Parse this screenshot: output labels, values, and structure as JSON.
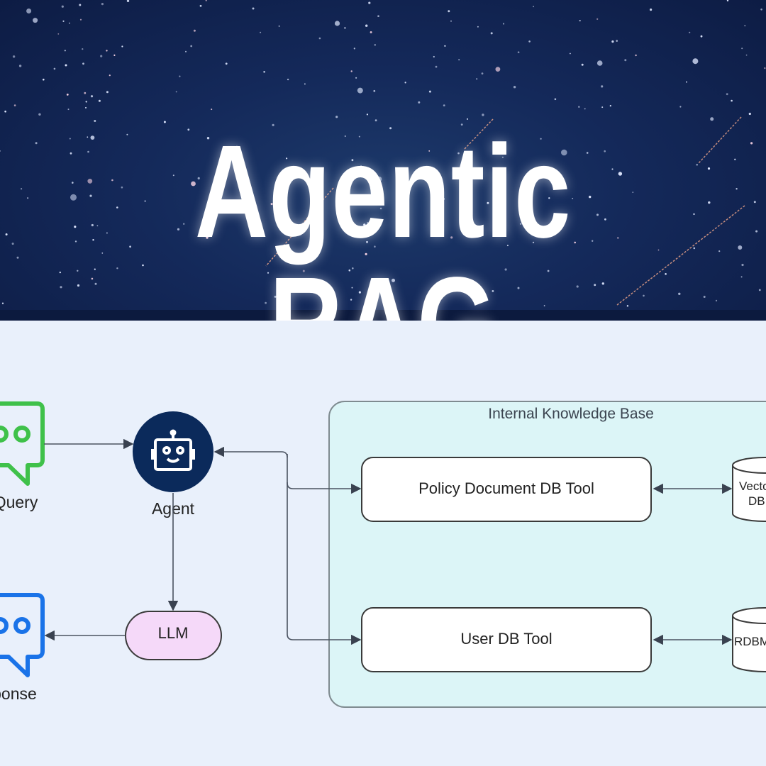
{
  "banner": {
    "title": "Agentic RAG"
  },
  "diagram": {
    "nodes": {
      "query": {
        "label": "Query",
        "color": "#3fc14a"
      },
      "agent": {
        "label": "Agent",
        "color": "#0b2a5b"
      },
      "llm": {
        "label": "LLM",
        "color": "#f5d9f9"
      },
      "response": {
        "label": "Response",
        "color": "#1a73e8"
      },
      "knowledge_base": {
        "label": "Internal Knowledge Base",
        "color": "#dcf5f7"
      },
      "policy_tool": {
        "label": "Policy Document DB Tool"
      },
      "user_tool": {
        "label": "User DB Tool"
      },
      "vector_db": {
        "label_line1": "Vector",
        "label_line2": "DB"
      },
      "rdbms": {
        "label": "RDBMS"
      }
    },
    "edges": [
      {
        "from": "Query",
        "to": "Agent"
      },
      {
        "from": "Agent",
        "to": "LLM"
      },
      {
        "from": "LLM",
        "to": "Response"
      },
      {
        "from": "Agent",
        "to": "Policy Document DB Tool",
        "bidirectional": true
      },
      {
        "from": "Agent",
        "to": "User DB Tool",
        "bidirectional": true
      },
      {
        "from": "Policy Document DB Tool",
        "to": "Vector DB",
        "bidirectional": true
      },
      {
        "from": "User DB Tool",
        "to": "RDBMS",
        "bidirectional": true
      }
    ]
  }
}
